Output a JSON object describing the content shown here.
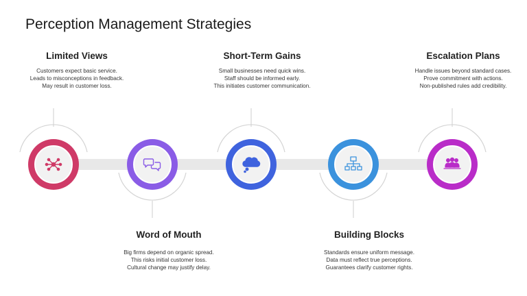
{
  "page_title": "Perception Management Strategies",
  "steps": [
    {
      "title": "Limited Views",
      "lines": [
        "Customers expect basic service.",
        "Leads to misconceptions in feedback.",
        "May result in customer loss."
      ],
      "color": "#cf3a67",
      "icon": "network-hub-icon"
    },
    {
      "title": "Word of Mouth",
      "lines": [
        "Big firms depend on organic spread.",
        "This risks initial customer loss.",
        "Cultural change may justify delay."
      ],
      "color": "#8a5ce6",
      "icon": "chat-bubbles-icon"
    },
    {
      "title": "Short-Term Gains",
      "lines": [
        "Small businesses need quick wins.",
        "Staff should be informed early.",
        "This initiates customer communication."
      ],
      "color": "#3f63de",
      "icon": "thought-cloud-icon"
    },
    {
      "title": "Building Blocks",
      "lines": [
        "Standards ensure uniform message.",
        "Data must reflect true perceptions.",
        "Guarantees clarify customer rights."
      ],
      "color": "#3b92dd",
      "icon": "org-chart-icon"
    },
    {
      "title": "Escalation Plans",
      "lines": [
        "Handle issues beyond standard cases.",
        "Prove commitment with actions.",
        "Non-published rules add credibility."
      ],
      "color": "#b92cc8",
      "icon": "group-people-icon"
    }
  ],
  "colors": {
    "connector_bar": "#e8e8e8",
    "arc_guides": "#d4d4d4"
  }
}
